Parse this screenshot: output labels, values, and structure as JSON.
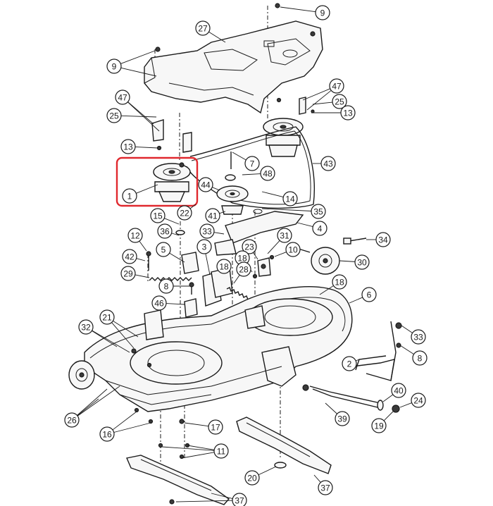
{
  "highlight": {
    "color": "#e0282e"
  },
  "callouts": [
    {
      "id": "c9a",
      "label": "9"
    },
    {
      "id": "c27",
      "label": "27"
    },
    {
      "id": "c9b",
      "label": "9"
    },
    {
      "id": "c47a",
      "label": "47"
    },
    {
      "id": "c47b",
      "label": "47"
    },
    {
      "id": "c25a",
      "label": "25"
    },
    {
      "id": "c25b",
      "label": "25"
    },
    {
      "id": "c13a",
      "label": "13"
    },
    {
      "id": "c13b",
      "label": "13"
    },
    {
      "id": "c7",
      "label": "7"
    },
    {
      "id": "c48",
      "label": "48"
    },
    {
      "id": "c43",
      "label": "43"
    },
    {
      "id": "c1",
      "label": "1"
    },
    {
      "id": "c44",
      "label": "44"
    },
    {
      "id": "c14",
      "label": "14"
    },
    {
      "id": "c15",
      "label": "15"
    },
    {
      "id": "c22",
      "label": "22"
    },
    {
      "id": "c41",
      "label": "41"
    },
    {
      "id": "c35",
      "label": "35"
    },
    {
      "id": "c4",
      "label": "4"
    },
    {
      "id": "c36",
      "label": "36"
    },
    {
      "id": "c33a",
      "label": "33"
    },
    {
      "id": "c31",
      "label": "31"
    },
    {
      "id": "c34",
      "label": "34"
    },
    {
      "id": "c12",
      "label": "12"
    },
    {
      "id": "c5",
      "label": "5"
    },
    {
      "id": "c3",
      "label": "3"
    },
    {
      "id": "c23",
      "label": "23"
    },
    {
      "id": "c10",
      "label": "10"
    },
    {
      "id": "c42",
      "label": "42"
    },
    {
      "id": "c18a",
      "label": "18"
    },
    {
      "id": "c18b",
      "label": "18"
    },
    {
      "id": "c28",
      "label": "28"
    },
    {
      "id": "c30",
      "label": "30"
    },
    {
      "id": "c29",
      "label": "29"
    },
    {
      "id": "c8a",
      "label": "8"
    },
    {
      "id": "c18c",
      "label": "18"
    },
    {
      "id": "c6",
      "label": "6"
    },
    {
      "id": "c46",
      "label": "46"
    },
    {
      "id": "c21",
      "label": "21"
    },
    {
      "id": "c32",
      "label": "32"
    },
    {
      "id": "c33b",
      "label": "33"
    },
    {
      "id": "c8b",
      "label": "8"
    },
    {
      "id": "c2",
      "label": "2"
    },
    {
      "id": "c40",
      "label": "40"
    },
    {
      "id": "c24",
      "label": "24"
    },
    {
      "id": "c26",
      "label": "26"
    },
    {
      "id": "c39",
      "label": "39"
    },
    {
      "id": "c16",
      "label": "16"
    },
    {
      "id": "c17",
      "label": "17"
    },
    {
      "id": "c19",
      "label": "19"
    },
    {
      "id": "c11",
      "label": "11"
    },
    {
      "id": "c20",
      "label": "20"
    },
    {
      "id": "c37a",
      "label": "37"
    },
    {
      "id": "c37b",
      "label": "37"
    }
  ]
}
